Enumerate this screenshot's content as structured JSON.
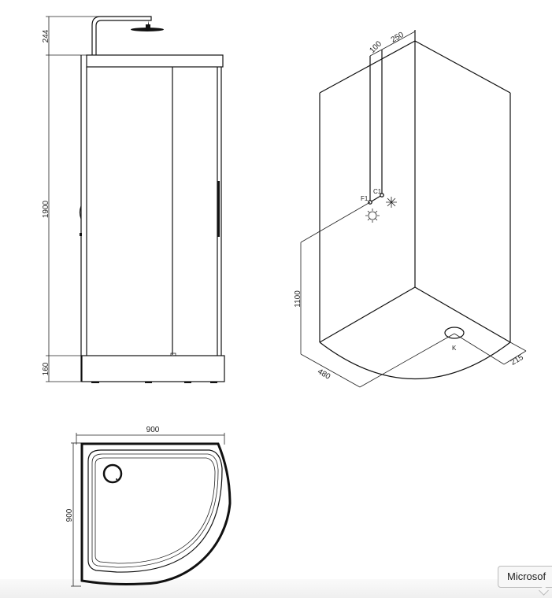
{
  "front_view": {
    "dim_shower_height": "244",
    "dim_cabin_height": "1900",
    "dim_tray_height": "160"
  },
  "iso_view": {
    "dim_pipe_spacing": "100",
    "dim_pipe_offset": "250",
    "label_hot": "F1",
    "label_cold": "C1",
    "dim_inlet_height": "1100",
    "dim_drain_x": "480",
    "dim_drain_y": "215",
    "label_drain": "K",
    "hot_icon": "sun-icon",
    "cold_icon": "snowflake-icon"
  },
  "plan_view": {
    "dim_width": "900",
    "dim_depth": "900"
  },
  "tooltip": {
    "text": "Microsof"
  }
}
